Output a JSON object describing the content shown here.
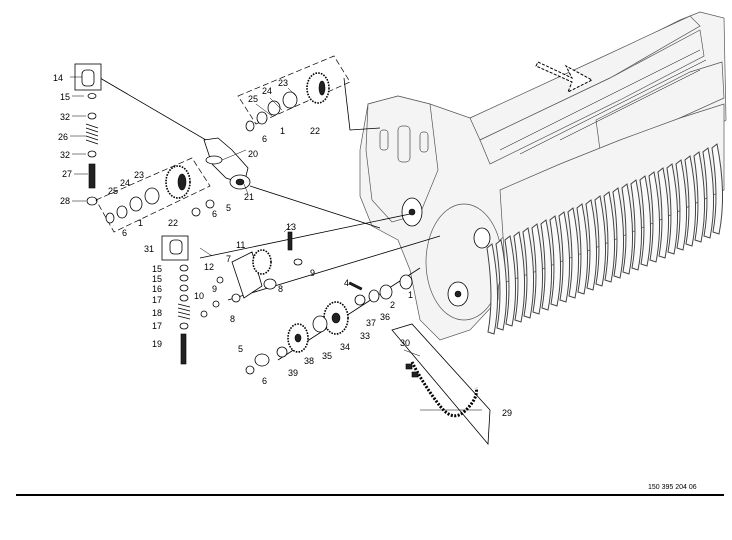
{
  "document_number": "150 395 204 06",
  "callouts": [
    {
      "id": "c14a",
      "text": "14"
    },
    {
      "id": "c15a",
      "text": "15"
    },
    {
      "id": "c32a",
      "text": "32"
    },
    {
      "id": "c26",
      "text": "26"
    },
    {
      "id": "c32b",
      "text": "32"
    },
    {
      "id": "c27",
      "text": "27"
    },
    {
      "id": "c28",
      "text": "28"
    },
    {
      "id": "c25a",
      "text": "25"
    },
    {
      "id": "c24a",
      "text": "24"
    },
    {
      "id": "c23a",
      "text": "23"
    },
    {
      "id": "c1a",
      "text": "1"
    },
    {
      "id": "c22a",
      "text": "22"
    },
    {
      "id": "c6a",
      "text": "6"
    },
    {
      "id": "c20",
      "text": "20"
    },
    {
      "id": "c6b",
      "text": "6"
    },
    {
      "id": "c5a",
      "text": "5"
    },
    {
      "id": "c21",
      "text": "21"
    },
    {
      "id": "c25b",
      "text": "25"
    },
    {
      "id": "c24b",
      "text": "24"
    },
    {
      "id": "c23b",
      "text": "23"
    },
    {
      "id": "c1b",
      "text": "1"
    },
    {
      "id": "c22b",
      "text": "22"
    },
    {
      "id": "c6c",
      "text": "6"
    },
    {
      "id": "c31",
      "text": "31"
    },
    {
      "id": "c15b",
      "text": "15"
    },
    {
      "id": "c15c",
      "text": "15"
    },
    {
      "id": "c16",
      "text": "16"
    },
    {
      "id": "c17a",
      "text": "17"
    },
    {
      "id": "c18",
      "text": "18"
    },
    {
      "id": "c17b",
      "text": "17"
    },
    {
      "id": "c19",
      "text": "19"
    },
    {
      "id": "c11",
      "text": "11"
    },
    {
      "id": "c13",
      "text": "13"
    },
    {
      "id": "c12",
      "text": "12"
    },
    {
      "id": "c7",
      "text": "7"
    },
    {
      "id": "c9a",
      "text": "9"
    },
    {
      "id": "c9b",
      "text": "9"
    },
    {
      "id": "c10",
      "text": "10"
    },
    {
      "id": "c8a",
      "text": "8"
    },
    {
      "id": "c8b",
      "text": "8"
    },
    {
      "id": "c4",
      "text": "4"
    },
    {
      "id": "c1c",
      "text": "1"
    },
    {
      "id": "c2",
      "text": "2"
    },
    {
      "id": "c36",
      "text": "36"
    },
    {
      "id": "c37",
      "text": "37"
    },
    {
      "id": "c33",
      "text": "33"
    },
    {
      "id": "c34",
      "text": "34"
    },
    {
      "id": "c35",
      "text": "35"
    },
    {
      "id": "c38",
      "text": "38"
    },
    {
      "id": "c39",
      "text": "39"
    },
    {
      "id": "c5b",
      "text": "5"
    },
    {
      "id": "c6d",
      "text": "6"
    },
    {
      "id": "c30",
      "text": "30"
    },
    {
      "id": "c29",
      "text": "29"
    }
  ]
}
